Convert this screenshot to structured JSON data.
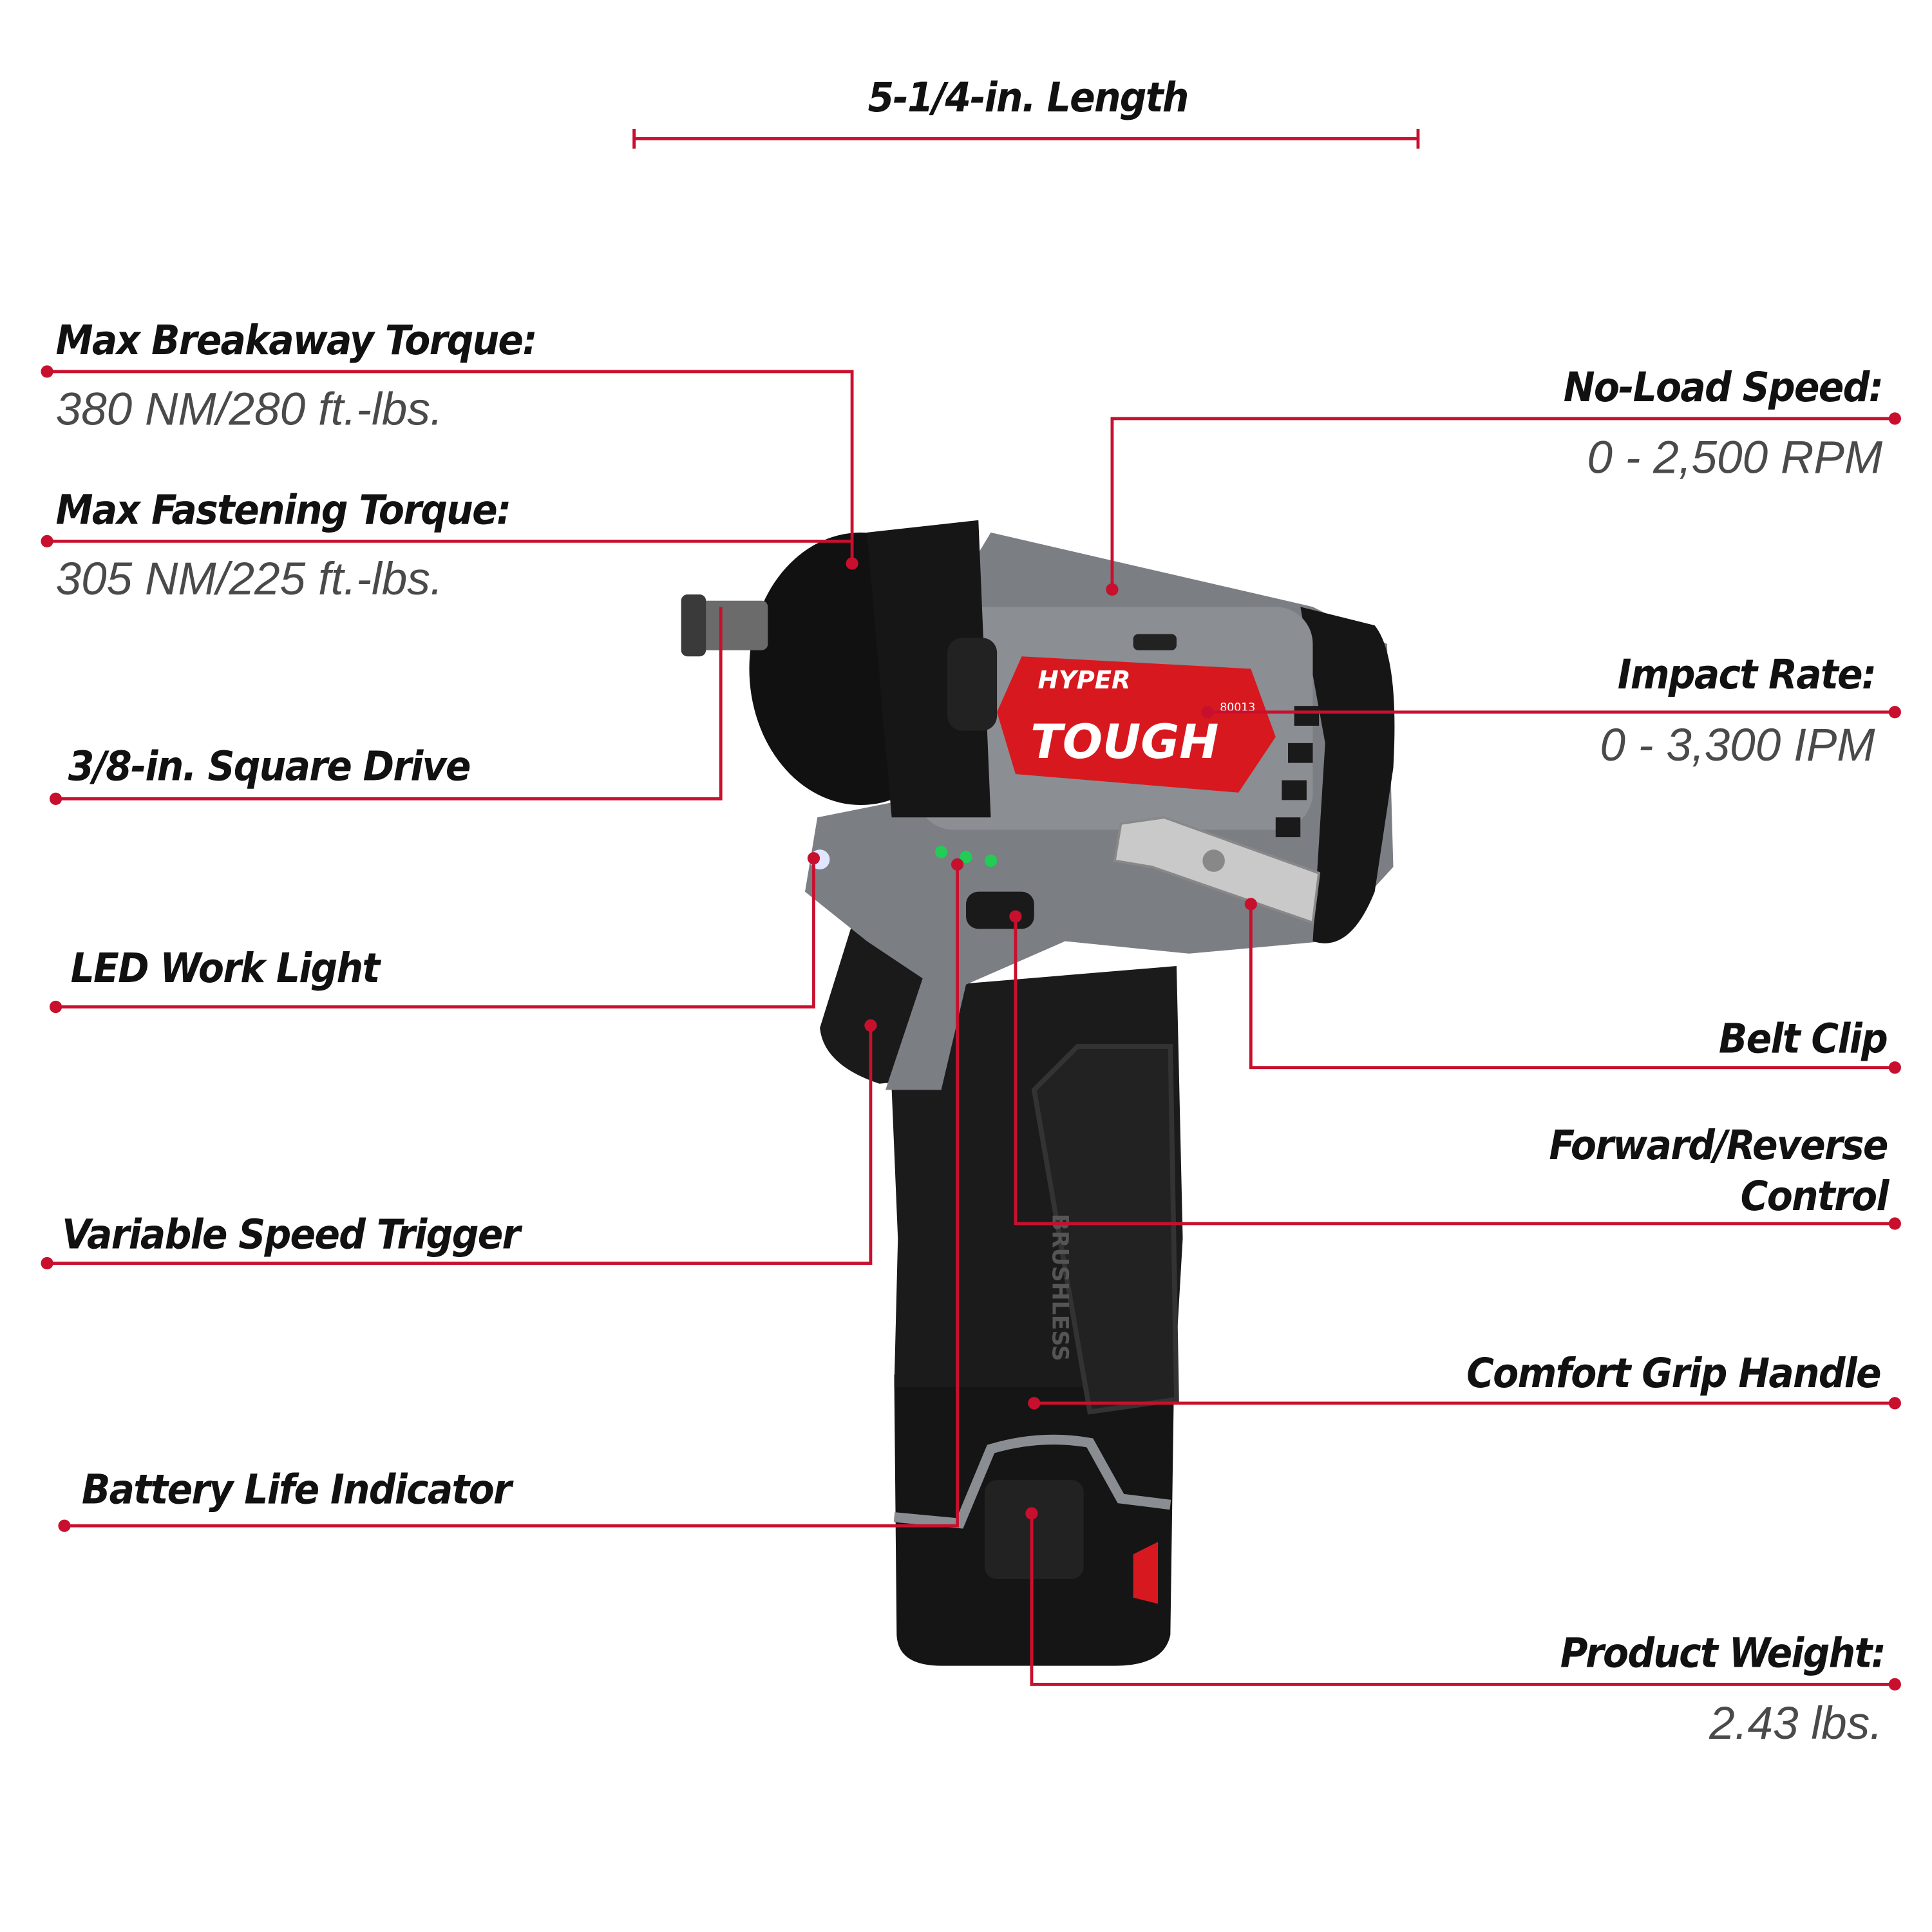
{
  "length": "5-1/4-in. Length",
  "left_labels": {
    "breakaway": {
      "label": "Max Breakaway Torque:",
      "value": "380 NM/280 ft.-lbs."
    },
    "fastening": {
      "label": "Max Fastening Torque:",
      "value": "305 NM/225 ft.-lbs."
    },
    "square_drive": {
      "label": "3/8-in. Square Drive"
    },
    "led": {
      "label": "LED Work Light"
    },
    "trigger": {
      "label": "Variable Speed Trigger"
    },
    "battery": {
      "label": "Battery Life Indicator"
    }
  },
  "right_labels": {
    "speed": {
      "label": "No-Load Speed:",
      "value": "0 - 2,500 RPM"
    },
    "impact": {
      "label": "Impact Rate:",
      "value": "0 - 3,300 IPM"
    },
    "clip": {
      "label": "Belt Clip"
    },
    "fr": {
      "label1": "Forward/Reverse",
      "label2": "Control"
    },
    "grip": {
      "label": "Comfort Grip Handle"
    },
    "weight": {
      "label": "Product Weight:",
      "value": "2.43 lbs."
    }
  },
  "product": {
    "brand_line1": "HYPER",
    "brand_line2": "TOUGH",
    "model": "80013",
    "grip_text": "BRUSHLESS"
  },
  "colors": {
    "accent": "#c8102e",
    "body_gray": "#7b7e83",
    "body_black": "#141414",
    "logo_red": "#d7191f",
    "led_green": "#22cc55"
  }
}
